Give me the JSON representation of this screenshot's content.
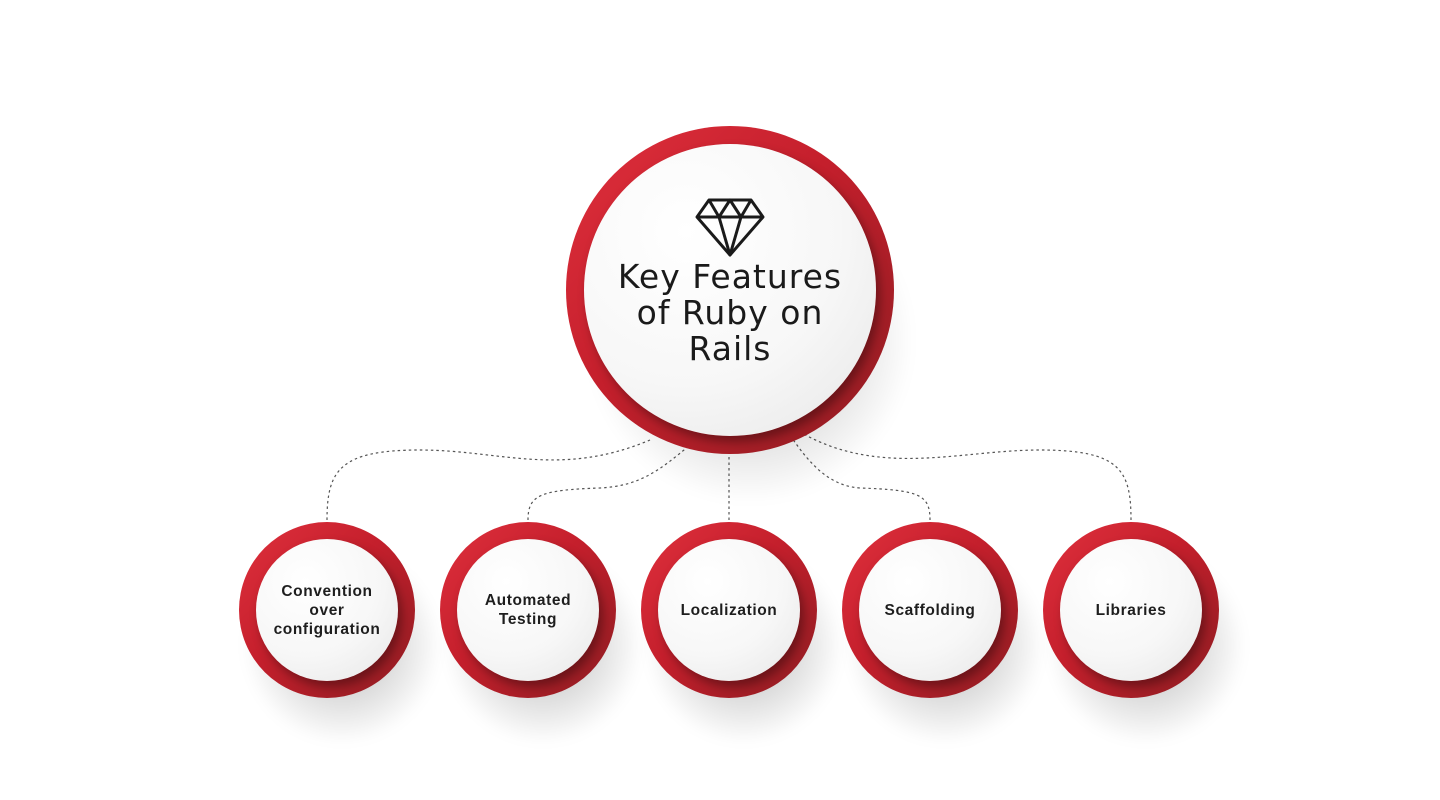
{
  "diagram": {
    "center": {
      "title": "Key Features of Ruby on Rails",
      "icon": "gem-icon"
    },
    "features": [
      {
        "label": "Convention over configuration"
      },
      {
        "label": "Automated Testing"
      },
      {
        "label": "Localization"
      },
      {
        "label": "Scaffolding"
      },
      {
        "label": "Libraries"
      }
    ],
    "colors": {
      "ring_light": "#e0303d",
      "ring_dark": "#8e1d22",
      "disc": "#f4f4f4",
      "text": "#1a1a1a",
      "connector": "#555555"
    }
  }
}
